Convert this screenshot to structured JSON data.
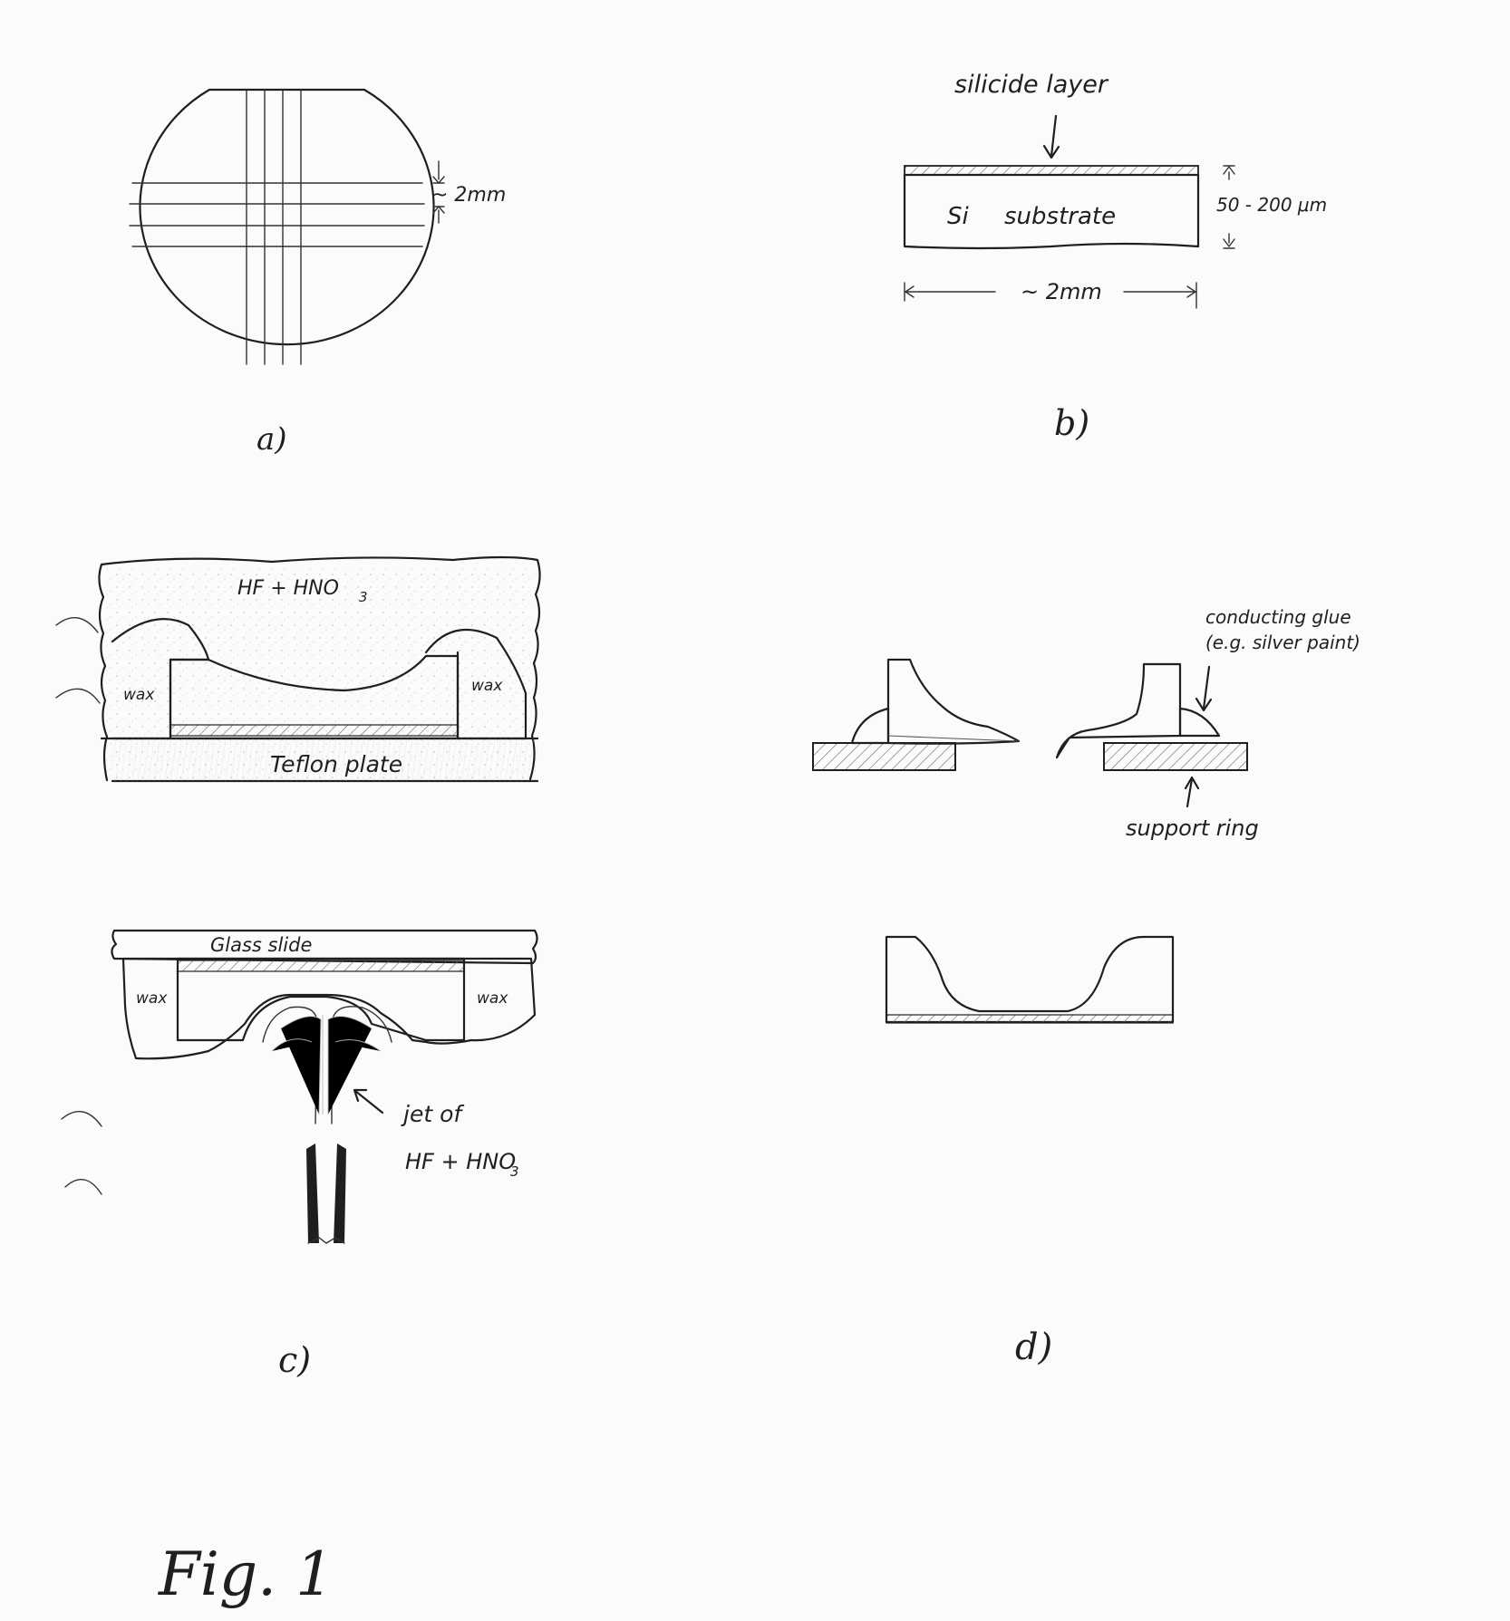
{
  "figure": {
    "title": "Fig. 1"
  },
  "panel_a": {
    "label": "a)",
    "dimension": "~ 2mm"
  },
  "panel_b": {
    "label": "b)",
    "layer_label": "silicide layer",
    "substrate_prefix": "Si",
    "substrate_label": "substrate",
    "thickness": "50 - 200 μm",
    "width": "~ 2mm"
  },
  "panel_c": {
    "label": "c)",
    "etchant": "HF + HNO",
    "etchant_subscript": "3",
    "wax_left": "wax",
    "wax_right": "wax",
    "plate": "Teflon plate",
    "slide": "Glass slide",
    "wax_left_2": "wax",
    "wax_right_2": "wax",
    "jet_line1": "jet of",
    "jet_line2": "HF + HNO",
    "jet_subscript": "3"
  },
  "panel_d": {
    "label": "d)",
    "glue_line1": "conducting glue",
    "glue_line2": "(e.g. silver paint)",
    "support": "support ring"
  }
}
